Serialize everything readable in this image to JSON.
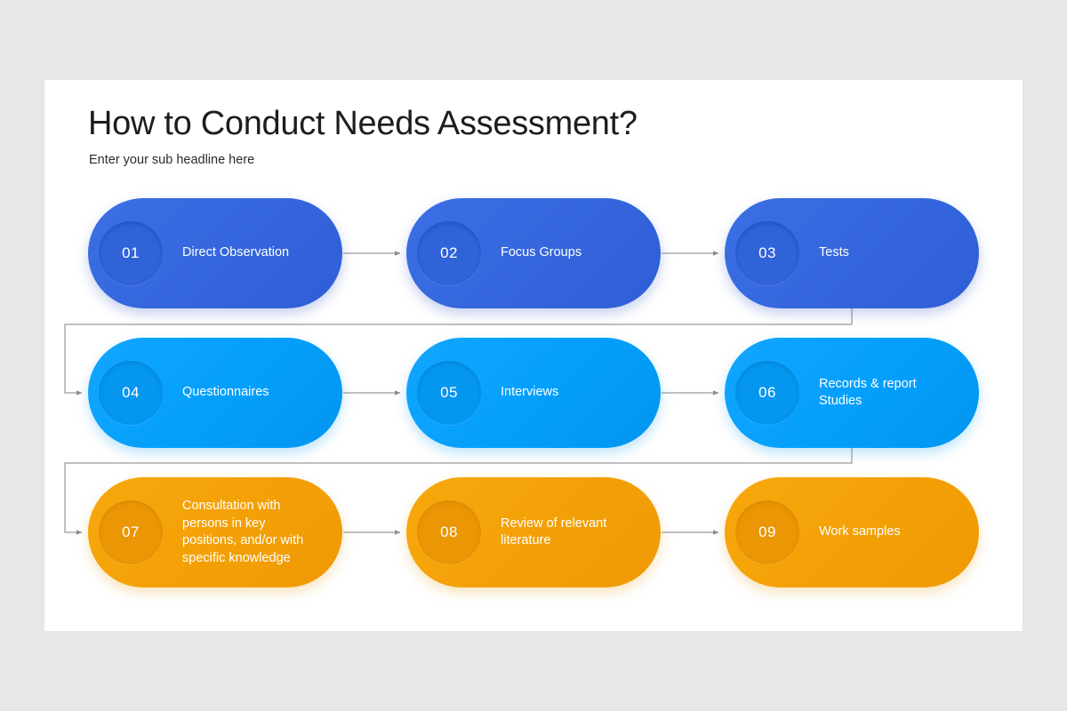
{
  "slide": {
    "title": "How to Conduct Needs Assessment?",
    "subtitle": "Enter your sub headline here"
  },
  "theme": {
    "background": "#e7e7e8",
    "card": "#ffffff",
    "blue": "#3465dd",
    "cyan": "#039ffb",
    "orange": "#f3a007",
    "connector": "#9a9a9a",
    "title_color": "#1d1d1f"
  },
  "steps": [
    {
      "number": "01",
      "label": "Direct Observation",
      "color": "blue"
    },
    {
      "number": "02",
      "label": "Focus Groups",
      "color": "blue"
    },
    {
      "number": "03",
      "label": "Tests",
      "color": "blue"
    },
    {
      "number": "04",
      "label": "Questionnaires",
      "color": "cyan"
    },
    {
      "number": "05",
      "label": "Interviews",
      "color": "cyan"
    },
    {
      "number": "06",
      "label": "Records & report\nStudies",
      "color": "cyan"
    },
    {
      "number": "07",
      "label": "Consultation with\npersons in key\npositions, and/or with\nspecific knowledge",
      "color": "orange"
    },
    {
      "number": "08",
      "label": "Review of relevant\nliterature",
      "color": "orange"
    },
    {
      "number": "09",
      "label": "Work samples",
      "color": "orange"
    }
  ]
}
